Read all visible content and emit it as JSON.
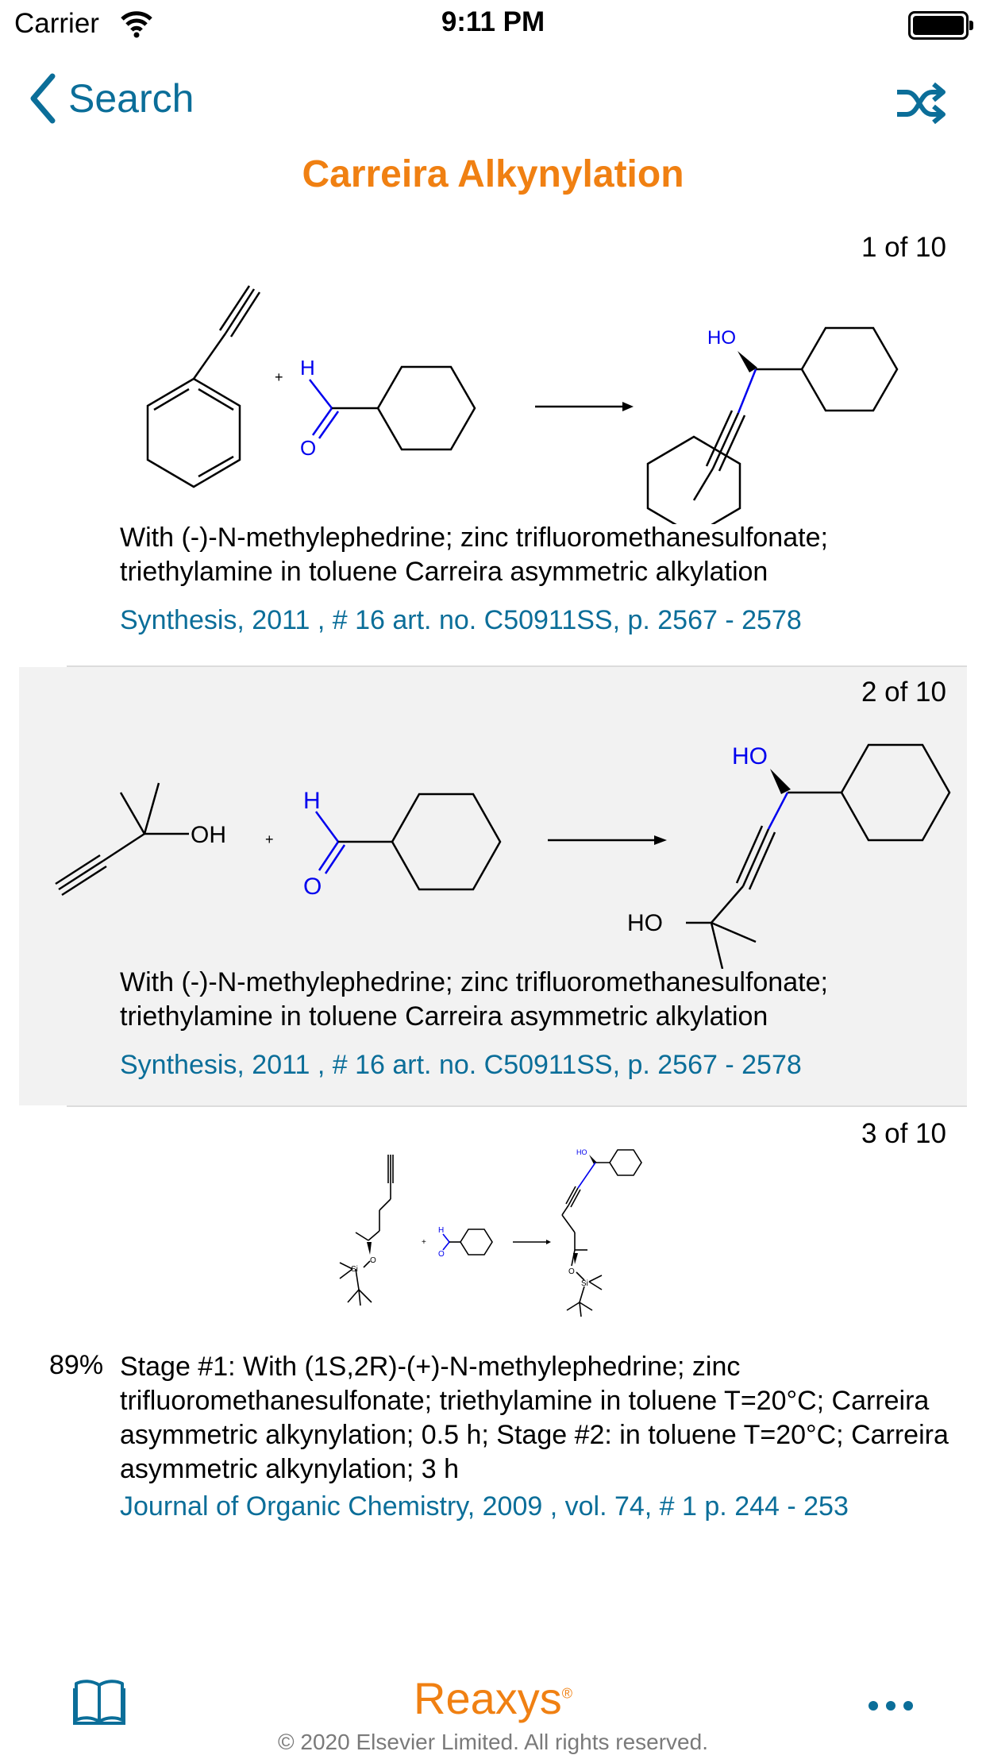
{
  "status_bar": {
    "carrier": "Carrier",
    "time": "9:11 PM"
  },
  "nav": {
    "back_label": "Search"
  },
  "page_title": "Carreira Alkynylation",
  "results": [
    {
      "counter": "1 of 10",
      "conditions": "With (-)-N-methylephedrine; zinc trifluoromethanesulfonate; triethylamine in toluene Carreira asymmetric alkylation",
      "reference": "Synthesis, 2011 , # 16 art. no. C50911SS, p. 2567 - 2578"
    },
    {
      "counter": "2 of 10",
      "conditions": "With (-)-N-methylephedrine; zinc trifluoromethanesulfonate; triethylamine in toluene Carreira asymmetric alkylation",
      "reference": "Synthesis, 2011 , # 16 art. no. C50911SS, p. 2567 - 2578"
    },
    {
      "counter": "3 of 10",
      "yield": "89%",
      "conditions": "Stage #1: With (1S,2R)-(+)-N-methylephedrine; zinc trifluoromethanesulfonate; triethylamine in toluene T=20°C; Carreira asymmetric alkynylation; 0.5 h; Stage #2: in toluene T=20°C; Carreira asymmetric alkynylation; 3 h",
      "reference": "Journal of Organic Chemistry, 2009 , vol. 74, # 1 p. 244 - 253"
    }
  ],
  "scheme_labels": {
    "plus": "+",
    "H": "H",
    "O": "O",
    "HO": "HO",
    "OH": "OH",
    "Si": "Si"
  },
  "footer": {
    "logo": "Reaxys",
    "logo_mark": "®",
    "copyright": "© 2020 Elsevier Limited. All rights reserved."
  },
  "colors": {
    "accent_orange": "#f08012",
    "link_blue": "#0b6e99",
    "hetero_blue": "#0000ee"
  },
  "icons": [
    "wifi-icon",
    "battery-icon",
    "chevron-left-icon",
    "shuffle-icon",
    "book-icon",
    "more-icon"
  ]
}
